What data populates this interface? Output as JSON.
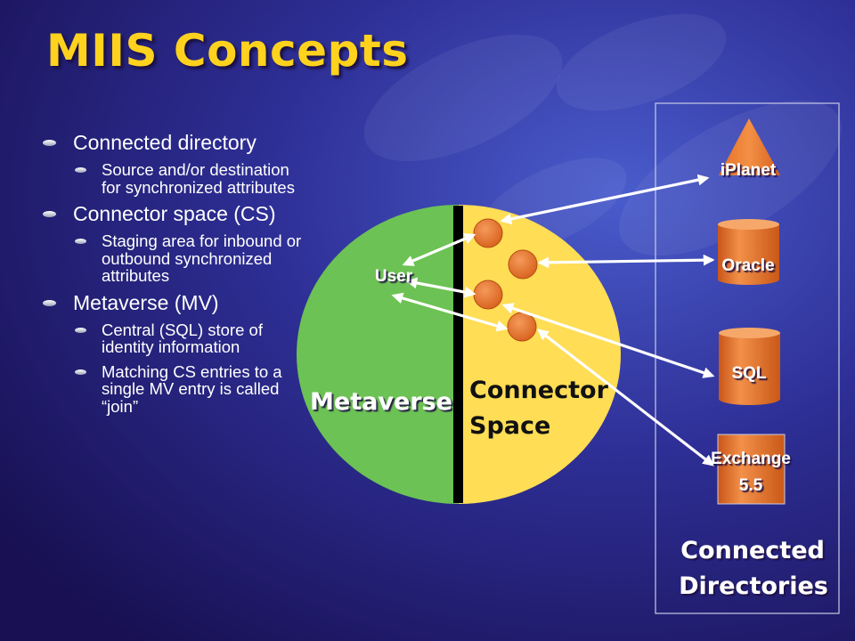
{
  "slide": {
    "title": "MIIS Concepts",
    "colors": {
      "background_dark": "#1b1560",
      "background_light": "#3b49b8",
      "title": "#ffd21e",
      "metaverse": "#6cc254",
      "connector_space": "#ffdd55",
      "connector_object": "#e8782a",
      "directory_shape": "#e8782a"
    }
  },
  "bullets": [
    {
      "level": 1,
      "text": "Connected directory"
    },
    {
      "level": 2,
      "text": "Source and/or destination for synchronized attributes"
    },
    {
      "level": 1,
      "text": "Connector space (CS)"
    },
    {
      "level": 2,
      "text": "Staging area for inbound or outbound synchronized attributes"
    },
    {
      "level": 1,
      "text": "Metaverse (MV)"
    },
    {
      "level": 2,
      "text": "Central (SQL) store of identity information"
    },
    {
      "level": 2,
      "text": "Matching CS entries to a single MV entry is called “join”"
    }
  ],
  "diagram": {
    "metaverse_label": "Metaverse",
    "connector_space_label_1": "Connector",
    "connector_space_label_2": "Space",
    "user_label": "User",
    "connected_directories_label_1": "Connected",
    "connected_directories_label_2": "Directories",
    "directories": {
      "iplanet": {
        "label": "iPlanet",
        "shape": "triangle"
      },
      "oracle": {
        "label": "Oracle",
        "shape": "cylinder"
      },
      "sql": {
        "label": "SQL",
        "shape": "cylinder"
      },
      "exchange": {
        "label_1": "Exchange",
        "label_2": "5.5",
        "shape": "box"
      }
    }
  }
}
